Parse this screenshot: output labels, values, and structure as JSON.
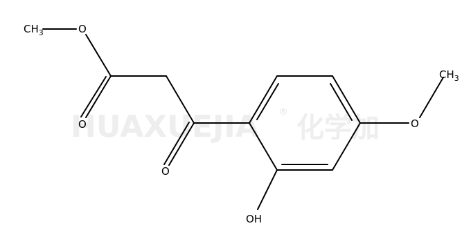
{
  "watermark": {
    "latin": "HUAXUEJIA",
    "registered": "®",
    "cjk": "化学加"
  },
  "atoms": {
    "methyl_ester": {
      "base": "CH",
      "sub": "3"
    },
    "ester_ether_o": "O",
    "ester_carbonyl_o": "O",
    "ketone_o": "O",
    "hydroxyl": "OH",
    "methoxy_o": "O",
    "methoxy_methyl": {
      "base": "CH",
      "sub": "3"
    }
  }
}
